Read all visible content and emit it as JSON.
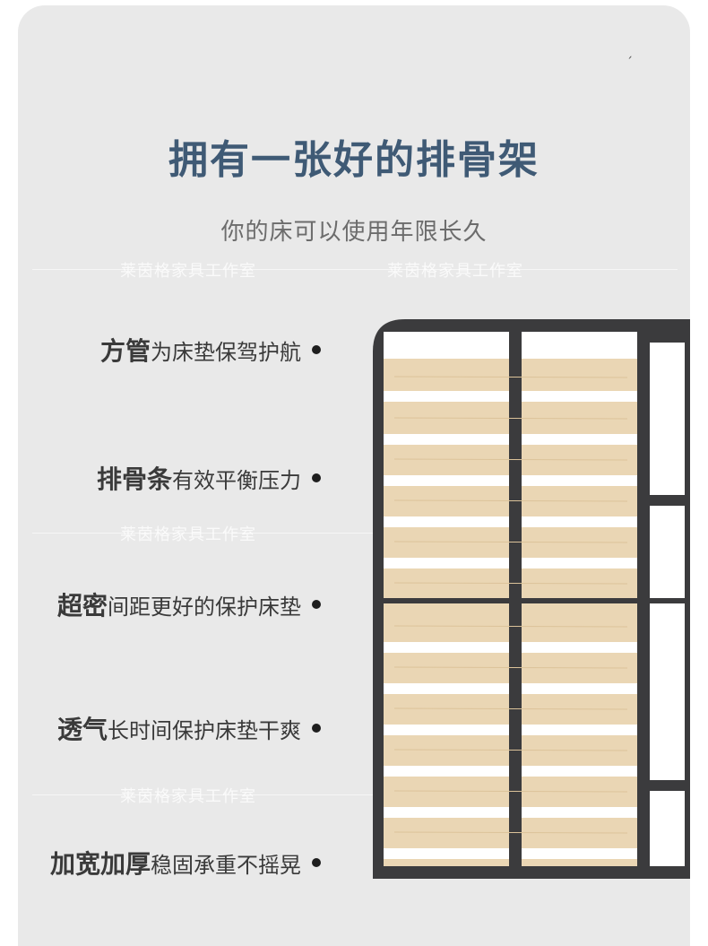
{
  "header": {
    "title": "拥有一张好的排骨架",
    "subtitle": "你的床可以使用年限长久"
  },
  "watermark": {
    "text": "莱茵格家具工作室"
  },
  "features": [
    {
      "strong": "方管",
      "rest": "为床垫保驾护航"
    },
    {
      "strong": "排骨条",
      "rest": "有效平衡压力"
    },
    {
      "strong": "超密",
      "rest": "间距更好的保护床垫"
    },
    {
      "strong": "透气",
      "rest": "长时间保护床垫干爽"
    },
    {
      "strong": "加宽加厚",
      "rest": "稳固承重不摇晃"
    }
  ],
  "colors": {
    "background": "#e9e9e9",
    "title": "#3f5a75",
    "frame": "#3b3b3d",
    "slat_wood": "#ead6b4",
    "slat_gap": "#ffffff"
  }
}
